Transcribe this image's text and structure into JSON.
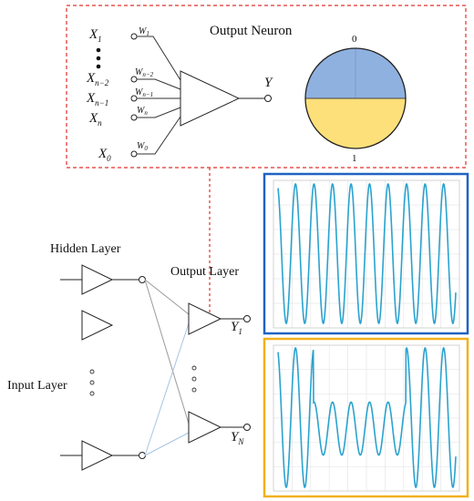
{
  "output_neuron": {
    "title": "Output Neuron",
    "inputs": [
      {
        "var": "X",
        "sub": "1",
        "weight": "W",
        "wsub": "1"
      },
      {
        "var": "X",
        "sub": "n−2",
        "weight": "W",
        "wsub": "n−2"
      },
      {
        "var": "X",
        "sub": "n−1",
        "weight": "W",
        "wsub": "n−1"
      },
      {
        "var": "X",
        "sub": "n",
        "weight": "W",
        "wsub": "n"
      },
      {
        "var": "X",
        "sub": "0",
        "weight": "W",
        "wsub": "0"
      }
    ],
    "output_label": "Y",
    "sphere_top_label": "0",
    "sphere_bottom_label": "1"
  },
  "network": {
    "hidden_layer_label": "Hidden Layer",
    "output_layer_label": "Output Layer",
    "input_layer_label": "Input Layer",
    "outputs": [
      {
        "var": "Y",
        "sub": "1"
      },
      {
        "var": "Y",
        "sub": "N"
      }
    ]
  },
  "colors": {
    "dashed_box": "#e0302a",
    "sphere_top": "#8fb1e0",
    "sphere_bottom": "#fde07a",
    "plot1_frame": "#1f63c2",
    "plot2_frame": "#f2b01e",
    "signal": "#2aa3cf",
    "wire_gray": "#9a9a9a",
    "wire_blue": "#a8c4e2"
  }
}
